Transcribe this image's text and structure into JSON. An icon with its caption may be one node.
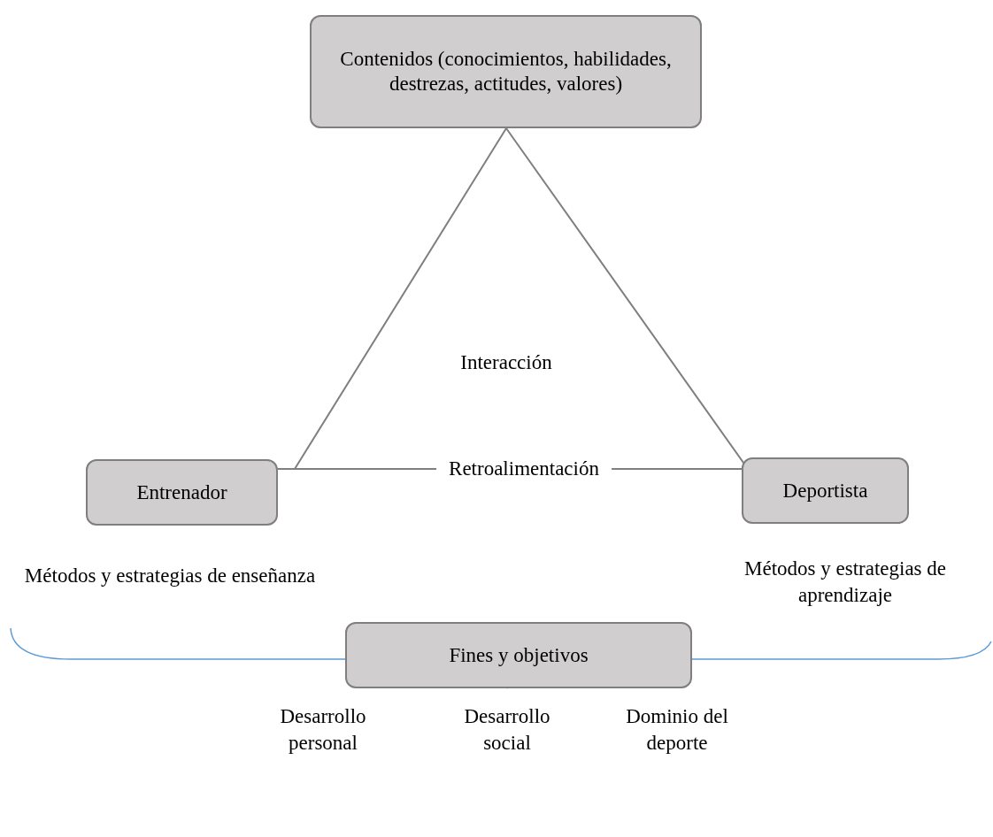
{
  "diagram": {
    "nodes": [
      {
        "text": [
          "Contenidos (conocimientos, habilidades, destrezas, actitudes, valores)"
        ]
      },
      {
        "text": [
          "Entrenador"
        ],
        "beside": [
          "Métodos y estrategias de enseñanza"
        ]
      },
      {
        "text": [
          "Deportista"
        ],
        "beside": [
          "Métodos y estrategias de aprendizaje"
        ]
      },
      {
        "text": [
          "Fines y objetivos"
        ]
      }
    ],
    "edges": [
      {
        "from": 0,
        "to": 1,
        "arrow": "none"
      },
      {
        "from": 0,
        "to": 2,
        "arrow": "none"
      },
      {
        "from": 1,
        "to": 2,
        "arrow": "none",
        "label": "Retroalimentación"
      }
    ],
    "labels": [
      "Interacción",
      "Desarrollo personal",
      "Desarrollo social",
      "Dominio del deporte"
    ]
  }
}
